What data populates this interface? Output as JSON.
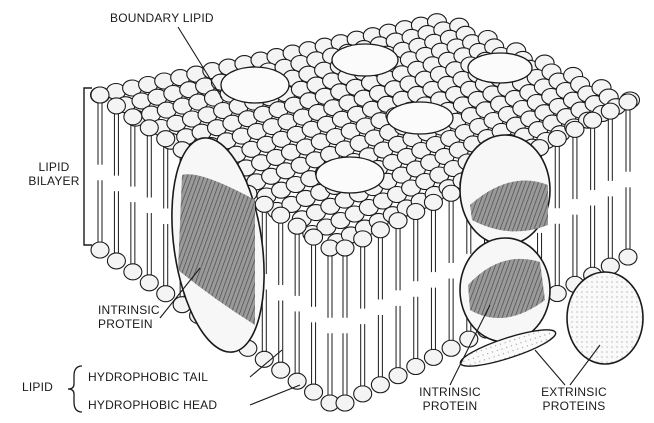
{
  "labels": {
    "boundary_lipid": "BOUNDARY LIPID",
    "lipid_bilayer_line1": "LIPID",
    "lipid_bilayer_line2": "BILAYER",
    "intrinsic_protein_left_line1": "INTRINSIC",
    "intrinsic_protein_left_line2": "PROTEIN",
    "lipid": "LIPID",
    "hydrophobic_tail": "HYDROPHOBIC TAIL",
    "hydrophobic_head": "HYDROPHOBIC HEAD",
    "intrinsic_protein_bottom_line1": "INTRINSIC",
    "intrinsic_protein_bottom_line2": "PROTEIN",
    "extrinsic_proteins_line1": "EXTRINSIC",
    "extrinsic_proteins_line2": "PROTEINS"
  },
  "colors": {
    "ink": "#1a1a1a",
    "head_fill": "#f4f4f4",
    "protein_light": "#f7f7f7",
    "protein_shade": "#7a7a7a"
  }
}
